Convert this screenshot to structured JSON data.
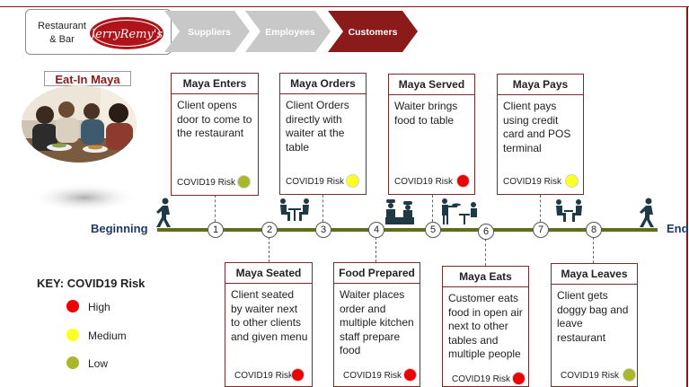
{
  "header": {
    "brand_text": "Restaurant & Bar",
    "logo_text": "JerryRemy's",
    "stages": [
      {
        "label": "Suppliers",
        "active": false
      },
      {
        "label": "Employees",
        "active": false
      },
      {
        "label": "Customers",
        "active": true
      }
    ]
  },
  "hero": {
    "title": "Eat-In Maya"
  },
  "timeline": {
    "start_label": "Beginning",
    "end_label": "End",
    "numbers": [
      "1",
      "2",
      "3",
      "4",
      "5",
      "6",
      "7",
      "8"
    ]
  },
  "steps": [
    {
      "title": "Maya Enters",
      "desc": "Client opens door to come to the restaurant",
      "risk_label": "COVID19 Risk",
      "risk": "Low"
    },
    {
      "title": "Maya Seated",
      "desc": "Client seated by waiter next to other clients and given menu",
      "risk_label": "COVID19 Risk",
      "risk": "High"
    },
    {
      "title": "Maya Orders",
      "desc": "Client Orders directly with waiter at the table",
      "risk_label": "COVID19 Risk",
      "risk": "Medium"
    },
    {
      "title": "Food Prepared",
      "desc": "Waiter places order and multiple kitchen staff prepare food",
      "risk_label": "COVID19 Risk",
      "risk": "High"
    },
    {
      "title": "Maya Served",
      "desc": "Waiter brings food to table",
      "risk_label": "COVID19 Risk",
      "risk": "High"
    },
    {
      "title": "Maya Eats",
      "desc": "Customer eats food in open air next to other tables and multiple people",
      "risk_label": "COVID19 Risk",
      "risk": "High"
    },
    {
      "title": "Maya Pays",
      "desc": "Client pays using credit card and POS terminal",
      "risk_label": "COVID19 Risk",
      "risk": "Medium"
    },
    {
      "title": "Maya Leaves",
      "desc": "Client gets doggy bag and leave restaurant",
      "risk_label": "COVID19 Risk",
      "risk": "Low"
    }
  ],
  "key": {
    "title": "KEY:  COVID19 Risk",
    "items": [
      {
        "label": "High",
        "color": "#ee0000"
      },
      {
        "label": "Medium",
        "color": "#ffff22"
      },
      {
        "label": "Low",
        "color": "#a9b82b"
      }
    ]
  },
  "colors": {
    "maroon": "#8b1a1a",
    "chevron_inactive": "#c8c8c8",
    "timeline": "#5e6e1b",
    "high": "#ee0000",
    "medium": "#ffff22",
    "low": "#a9b82b"
  }
}
